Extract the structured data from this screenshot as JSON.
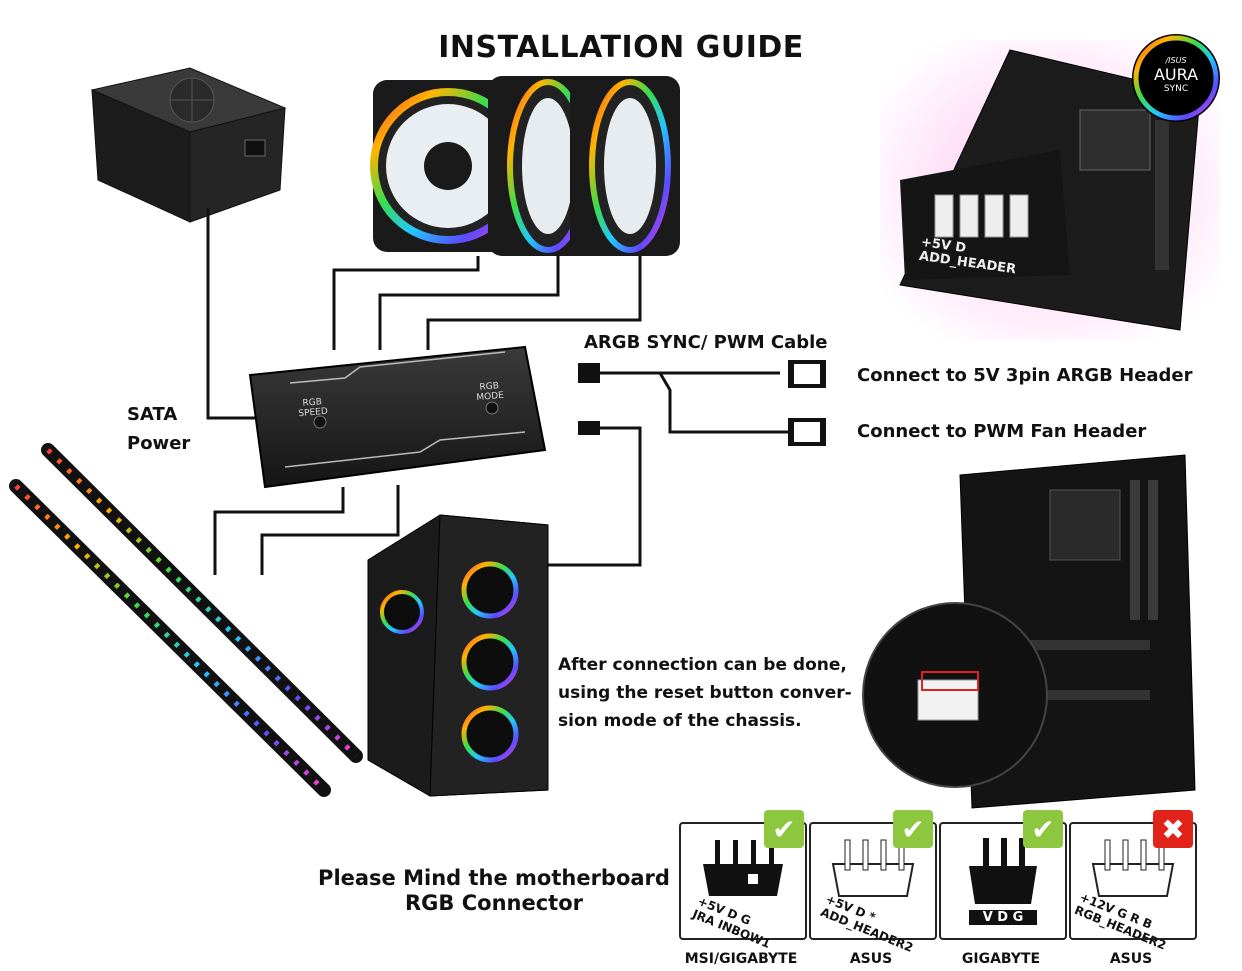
{
  "title": "INSTALLATION GUIDE",
  "psu_label": [
    "SATA",
    "Power"
  ],
  "cable_label": "ARGB SYNC/ PWM Cable",
  "connect_argb": "Connect to 5V 3pin ARGB Header",
  "connect_pwm": "Connect to PWM Fan Header",
  "note_lines": [
    "After connection can be done,",
    "using the reset button conver-",
    "sion mode of the chassis."
  ],
  "mind_lines": [
    "Please Mind the motherboard",
    "RGB Connector"
  ],
  "hub": {
    "rgb_speed": [
      "RGB",
      "SPEED"
    ],
    "rgb_mode": [
      "RGB",
      "MODE"
    ]
  },
  "aura": {
    "brand": "/ISUS",
    "line1": "AURA",
    "line2": "SYNC"
  },
  "mb1_header": [
    "+5V  D",
    "ADD_HEADER"
  ],
  "connectors": [
    {
      "caption": "MSI/GIGABYTE",
      "pin_label": [
        "+5V  D    G",
        "JRA INBOW1"
      ],
      "ok": true,
      "badge": "✔"
    },
    {
      "caption": "ASUS",
      "pin_label": [
        "+5V  D    *",
        "ADD_HEADER2"
      ],
      "ok": true,
      "badge": "✔"
    },
    {
      "caption": "GIGABYTE",
      "pin_label": [
        "V  D  G",
        ""
      ],
      "ok": true,
      "badge": "✔"
    },
    {
      "caption": "ASUS",
      "pin_label": [
        "+12V  G  R  B",
        "RGB_HEADER2"
      ],
      "ok": false,
      "badge": "✖"
    }
  ],
  "colors": {
    "ok": "#8dc63f",
    "bad": "#e2231a",
    "line": "#111111"
  }
}
